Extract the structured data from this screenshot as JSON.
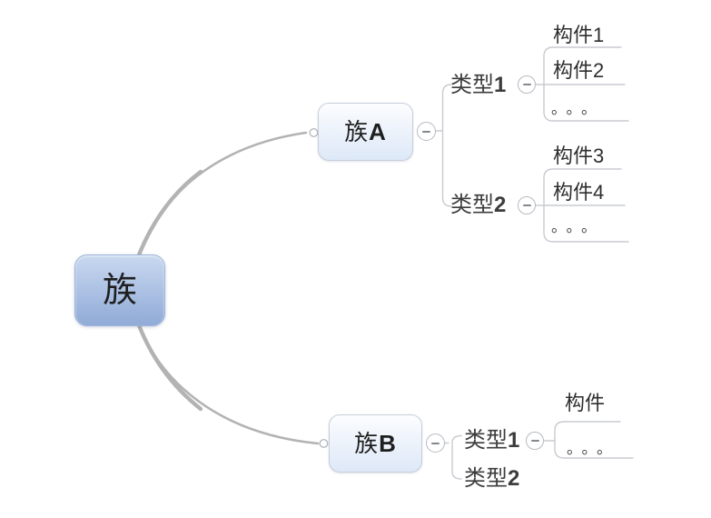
{
  "theme": {
    "canvas_bg": "#ffffff",
    "root_grad_top": "#c9d8f0",
    "root_grad_bottom": "#90abd7",
    "root_border": "#9db3da",
    "branch_grad_top": "#fcfdff",
    "branch_grad_bottom": "#dde8f7",
    "branch_border": "#c7cedb",
    "line": "#c9cbd1",
    "curve": "#b3b3b3",
    "circle_border": "#b6bac1",
    "minus": "#84878c",
    "text_dark": "#1f1f1f",
    "text_topic": "#3c3c3c"
  },
  "mindmap": {
    "root": {
      "label": "族"
    },
    "branches": [
      {
        "label": "族A",
        "children": [
          {
            "label": "类型1",
            "items": [
              {
                "label": "构件1"
              },
              {
                "label": "构件2"
              },
              {
                "label": "。。。"
              }
            ]
          },
          {
            "label": "类型2",
            "items": [
              {
                "label": "构件3"
              },
              {
                "label": "构件4"
              },
              {
                "label": "。。。"
              }
            ]
          }
        ]
      },
      {
        "label": "族B",
        "children": [
          {
            "label": "类型1",
            "items": [
              {
                "label": "构件"
              },
              {
                "label": "。。。"
              }
            ]
          },
          {
            "label": "类型2",
            "items": []
          }
        ]
      }
    ]
  }
}
